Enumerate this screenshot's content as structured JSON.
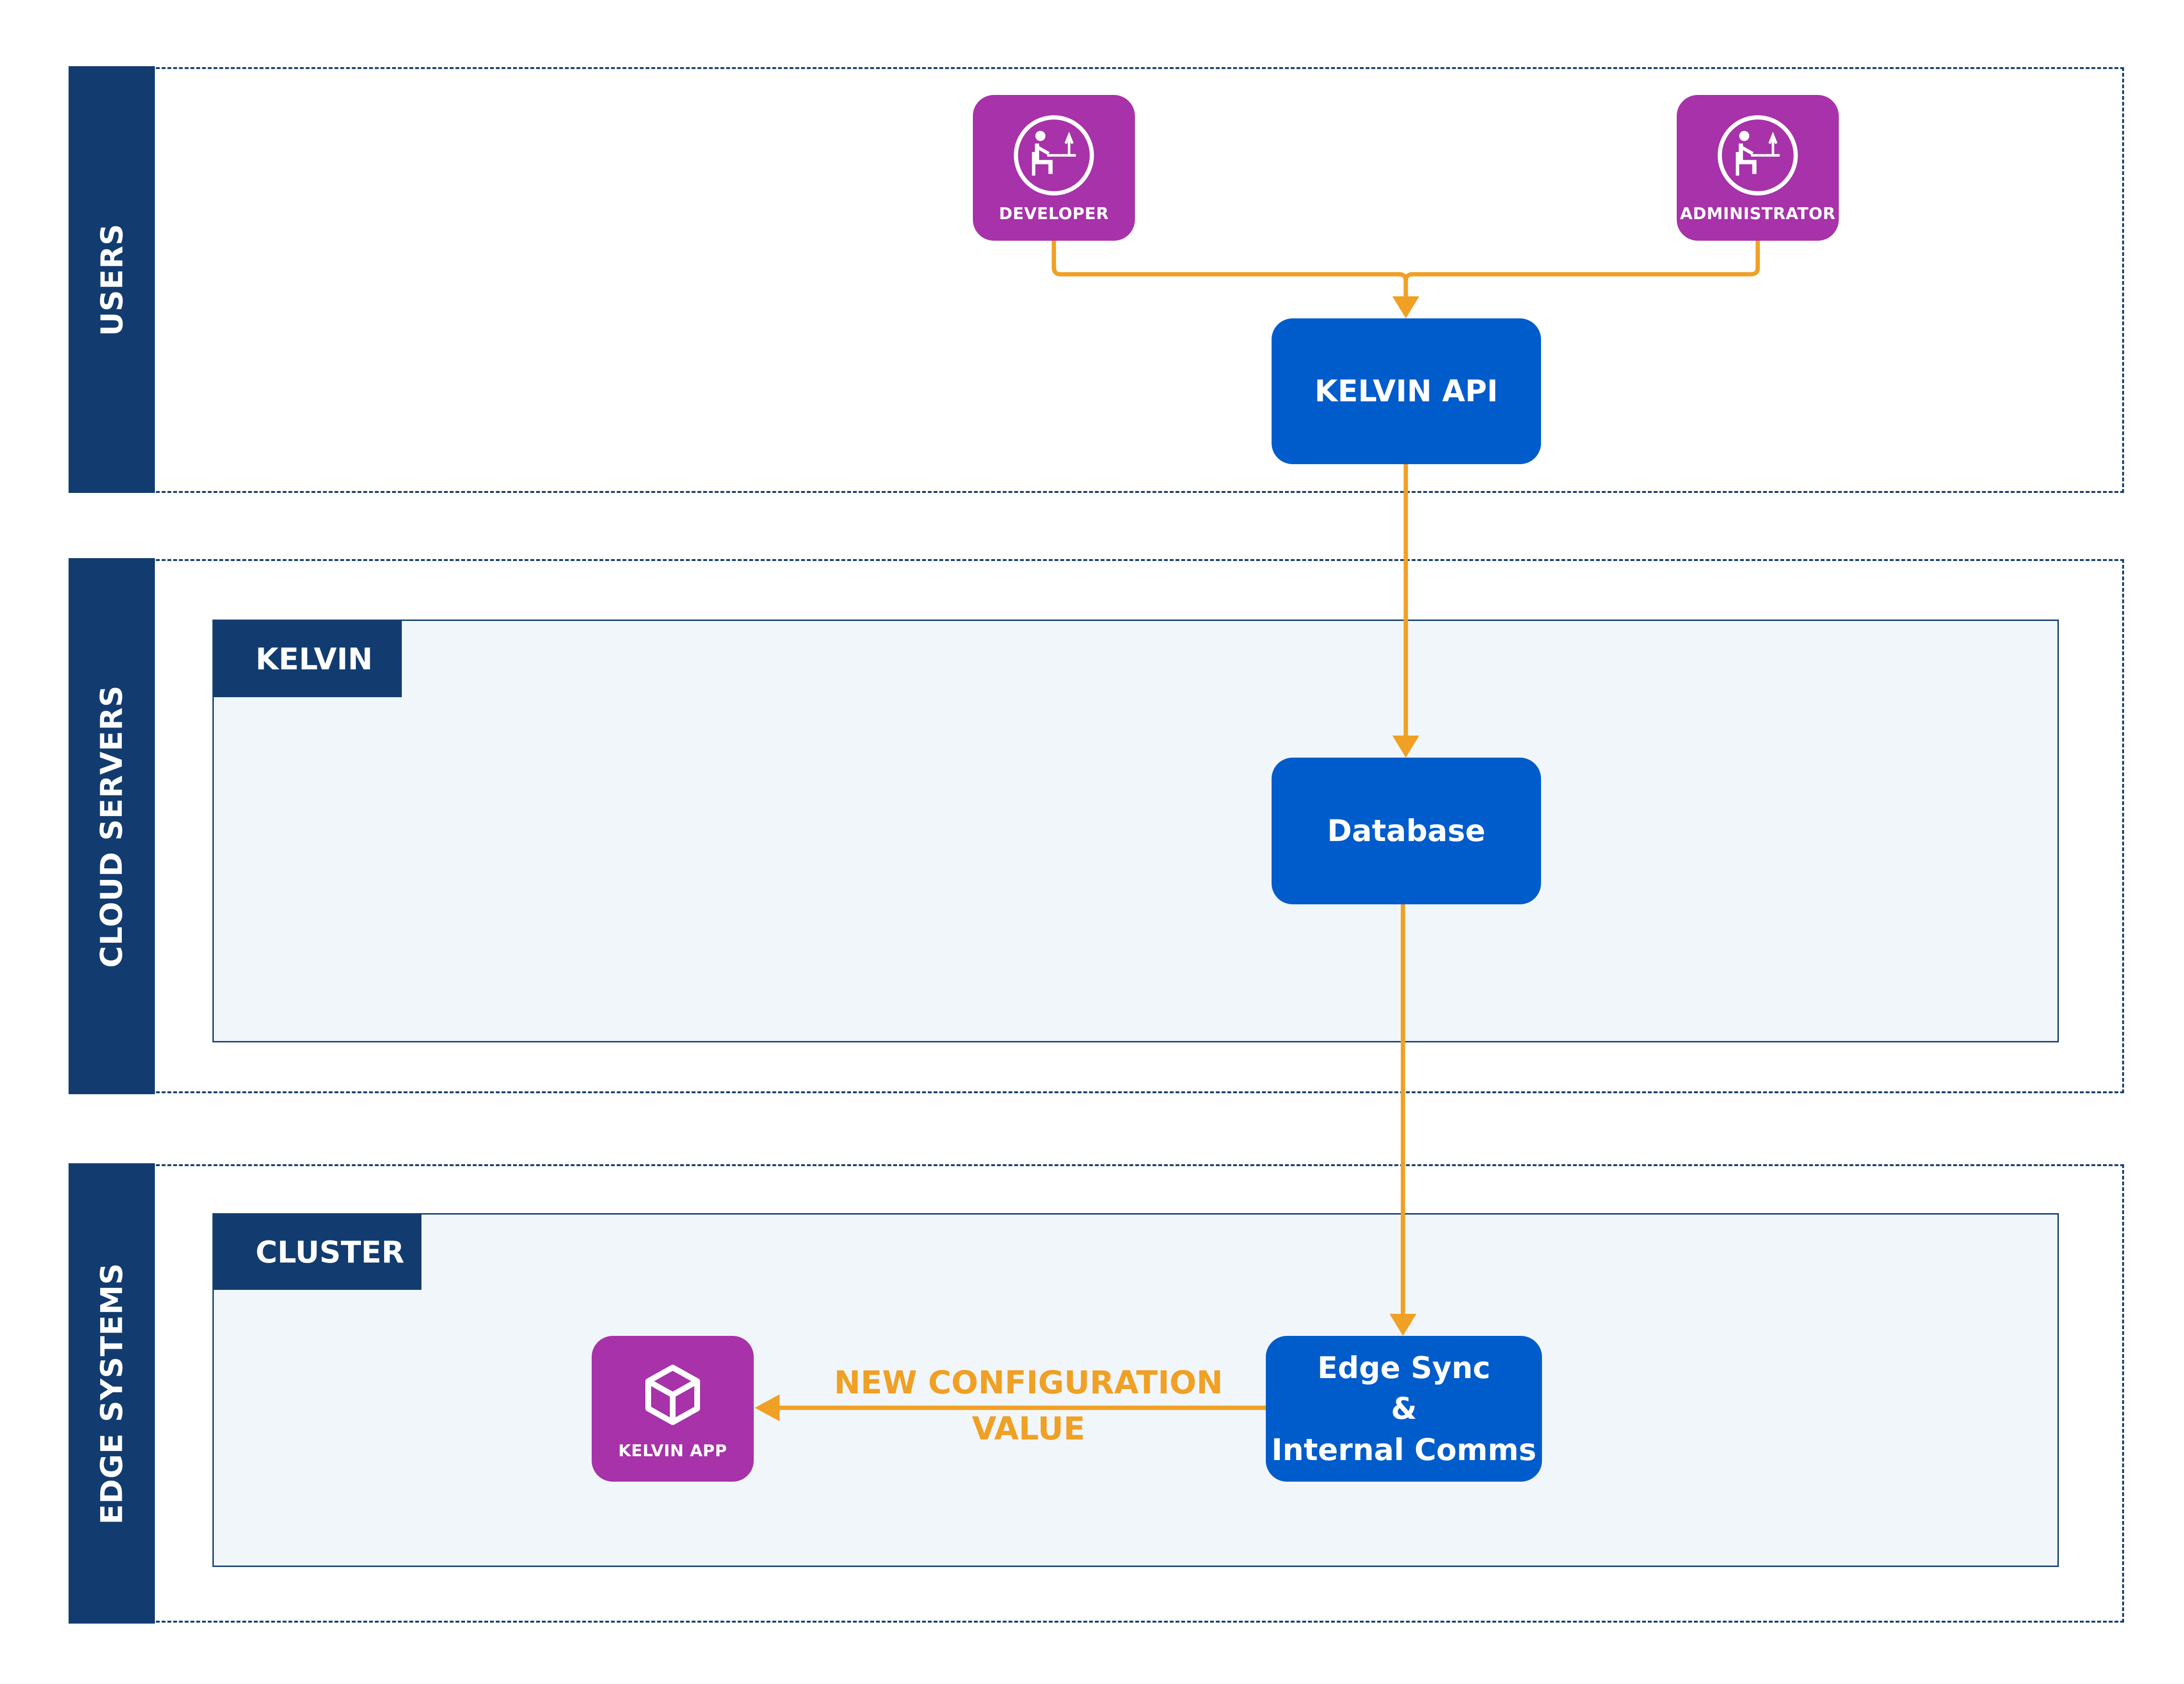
{
  "lanes": [
    {
      "id": "users",
      "title": "USERS"
    },
    {
      "id": "cloud",
      "title": "CLOUD SERVERS"
    },
    {
      "id": "edge",
      "title": "EDGE SYSTEMS"
    }
  ],
  "groups": {
    "kelvin": "KELVIN",
    "cluster": "CLUSTER"
  },
  "nodes": {
    "developer": {
      "label": "DEVELOPER",
      "icon": "person-at-computer-icon"
    },
    "administrator": {
      "label": "ADMINISTRATOR",
      "icon": "person-at-computer-icon"
    },
    "kelvin_api": {
      "label": "KELVIN API"
    },
    "database": {
      "label": "Database"
    },
    "edge_sync": {
      "line1": "Edge Sync",
      "line2": "&",
      "line3": "Internal Comms"
    },
    "kelvin_app": {
      "label": "KELVIN APP",
      "icon": "cube-icon"
    }
  },
  "edges": {
    "config_label_line1": "NEW CONFIGURATION",
    "config_label_line2": "VALUE"
  },
  "colors": {
    "lane_header": "#123c70",
    "service": "#005ccb",
    "actor": "#a732a9",
    "connector": "#f0a024",
    "group_fill": "#f1f6fa"
  }
}
